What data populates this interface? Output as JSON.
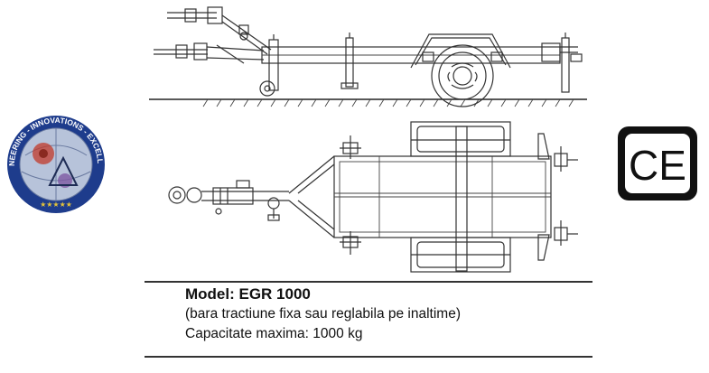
{
  "caption": {
    "model": "Model: EGR 1000",
    "drawbar_note": "(bara tractiune fixa sau reglabila pe inaltime)",
    "capacity": "Capacitate maxima: 1000 kg"
  },
  "logo": {
    "ring_text": "ENGINEERING - INNOVATIONS - EXCELLENCE",
    "ring_color": "#1e3c8c",
    "accent_color": "#c23a2a"
  },
  "ce_mark": {
    "text": "CE",
    "color": "#111111"
  }
}
